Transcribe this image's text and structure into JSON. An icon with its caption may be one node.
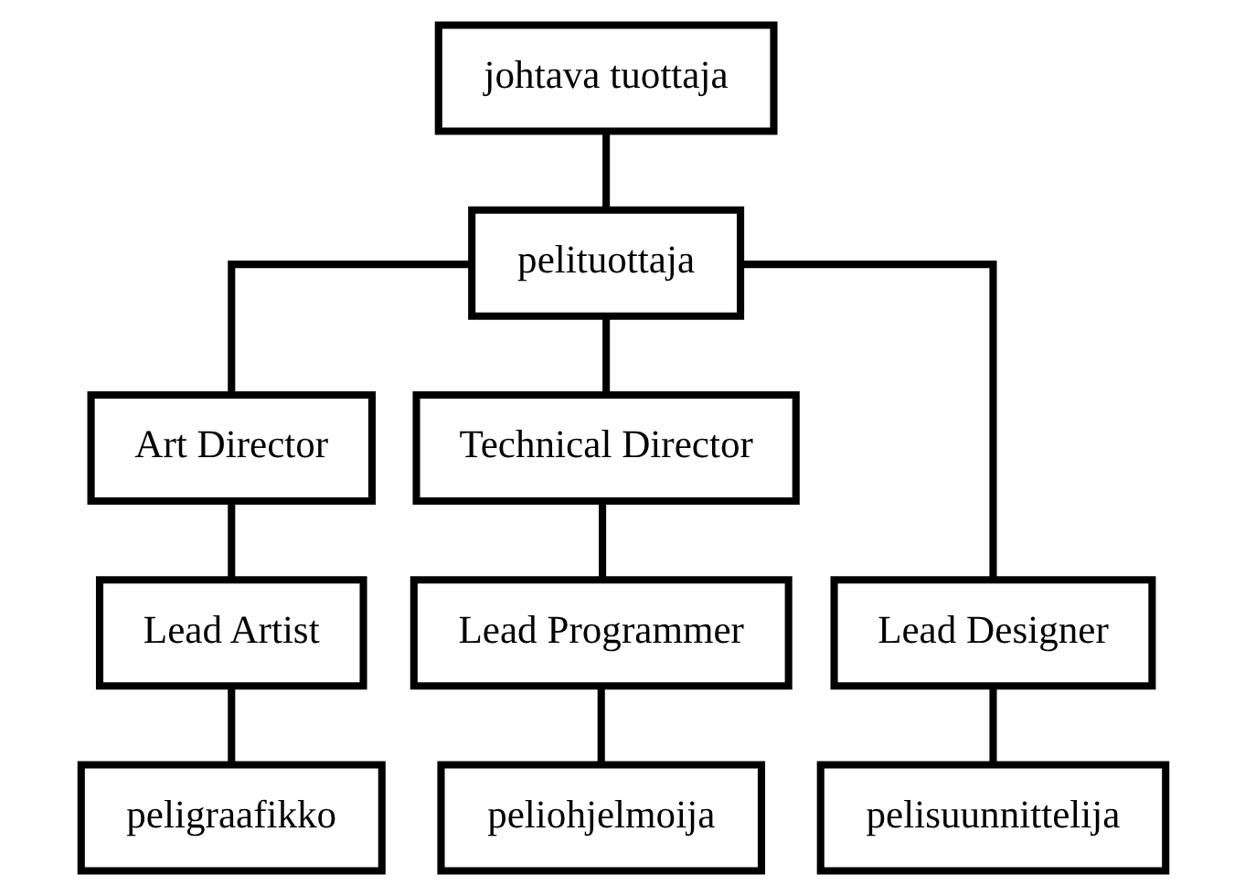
{
  "diagram": {
    "nodes": [
      {
        "text": [
          "johtava tuottaja"
        ]
      },
      {
        "text": [
          "pelituottaja"
        ]
      },
      {
        "text": [
          "Art Director"
        ]
      },
      {
        "text": [
          "Technical Director"
        ]
      },
      {
        "text": [
          "Lead Designer"
        ]
      },
      {
        "text": [
          "Lead Artist"
        ]
      },
      {
        "text": [
          "Lead Programmer"
        ]
      },
      {
        "text": [
          "peligraafikko"
        ]
      },
      {
        "text": [
          "peliohjelmoija"
        ]
      },
      {
        "text": [
          "pelisuunnittelija"
        ]
      }
    ],
    "edges": [
      {
        "from": 0,
        "to": 1,
        "arrow": "none"
      },
      {
        "from": 1,
        "to": 2,
        "arrow": "none"
      },
      {
        "from": 1,
        "to": 3,
        "arrow": "none"
      },
      {
        "from": 1,
        "to": 4,
        "arrow": "none"
      },
      {
        "from": 2,
        "to": 5,
        "arrow": "none"
      },
      {
        "from": 3,
        "to": 6,
        "arrow": "none"
      },
      {
        "from": 5,
        "to": 7,
        "arrow": "none"
      },
      {
        "from": 6,
        "to": 8,
        "arrow": "none"
      },
      {
        "from": 4,
        "to": 9,
        "arrow": "none"
      }
    ]
  }
}
